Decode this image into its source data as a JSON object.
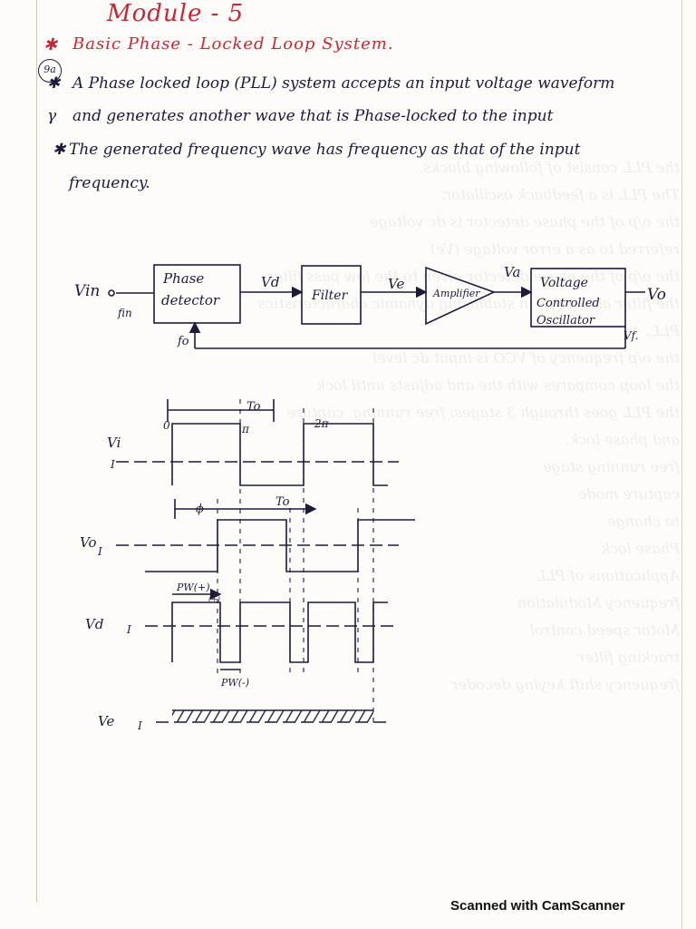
{
  "heading": {
    "module": "Module - 5",
    "topic": "Basic  Phase - Locked  Loop  System.",
    "question": "9a"
  },
  "notes": [
    {
      "bullet": "✱",
      "text": "A Phase locked loop (PLL) system accepts an input voltage waveform"
    },
    {
      "bullet": "γ",
      "text": "and generates another wave that is Phase-locked to the input"
    },
    {
      "bullet": "✱",
      "text": "The generated frequency wave has frequency as that of the input"
    },
    {
      "bullet": "",
      "text": "frequency."
    }
  ],
  "block_diagram": {
    "input_label": "Vin",
    "input_freq": "fin",
    "blocks": [
      "Phase detector",
      "Filter",
      "Amplifier",
      "Voltage Controlled Oscillator"
    ],
    "block_phase_lines": [
      "Phase",
      "detector"
    ],
    "block_vco_lines": [
      "Voltage",
      "Controlled",
      "Oscillator"
    ],
    "signals": [
      "Vd",
      "Ve",
      "Va"
    ],
    "output_label": "Vo",
    "feedback_label": "fo",
    "feedback_signal": "Vf."
  },
  "waveforms": {
    "vi": {
      "label": "Vi",
      "level": "I",
      "origin": "0",
      "marks": [
        "To",
        "π",
        "2π"
      ]
    },
    "vo": {
      "label": "Vo",
      "level": "I",
      "marks": [
        "ϕ",
        "To"
      ]
    },
    "vd": {
      "label": "Vd",
      "level": "I",
      "marks": [
        "PW(+)",
        "PW(-)"
      ],
      "marks_aux": "(+)"
    },
    "ve": {
      "label": "Ve",
      "level": "I"
    }
  },
  "footer": "Scanned with CamScanner",
  "colors": {
    "ink": "#1d1b3a",
    "red": "#c6283a",
    "paper": "#fdfcf8"
  }
}
